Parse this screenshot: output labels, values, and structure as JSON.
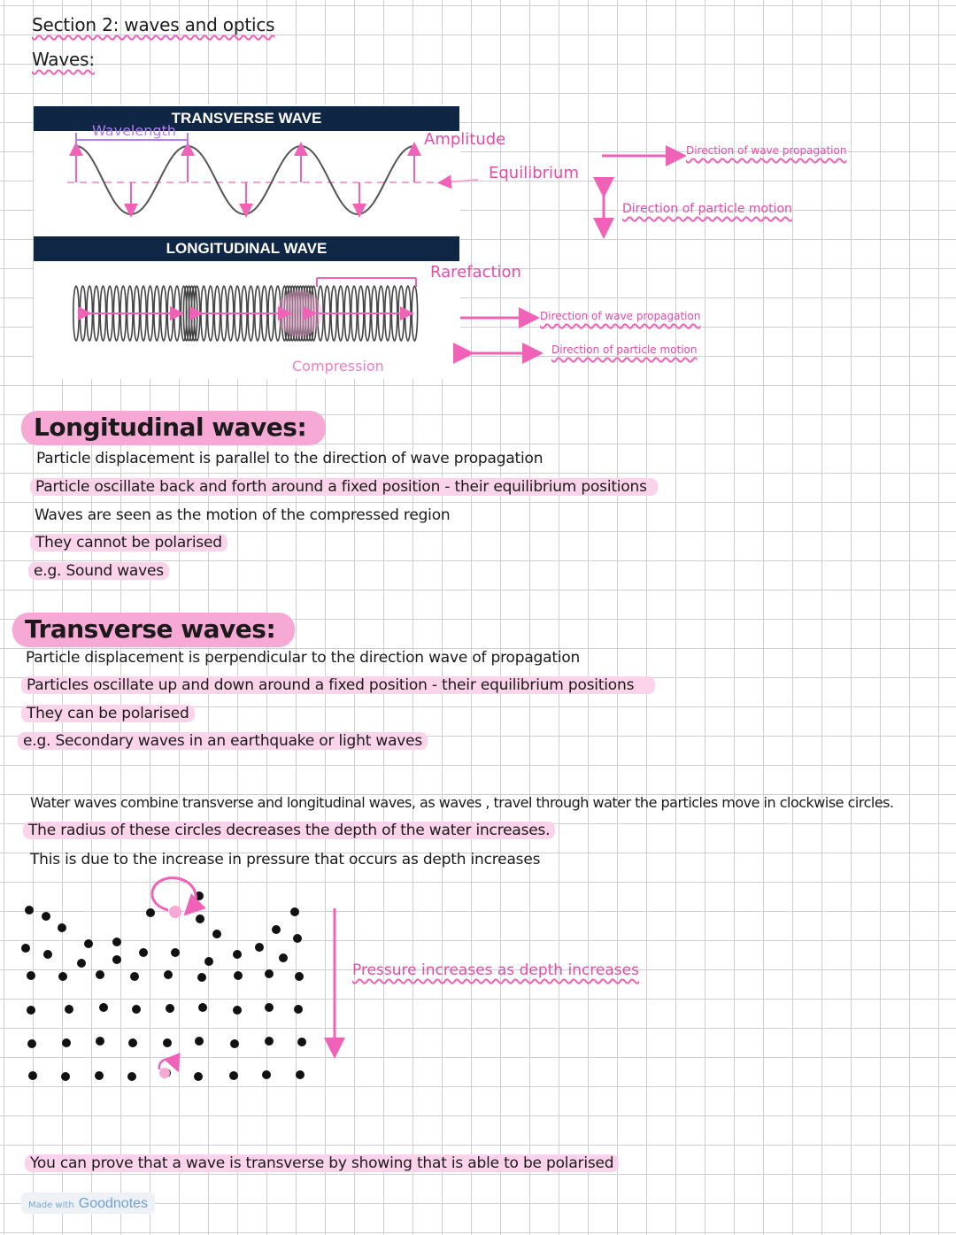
{
  "header": {
    "title": "Section 2: waves and optics",
    "subtitle": "Waves:"
  },
  "diagram": {
    "transverse_title": "TRANSVERSE WAVE",
    "longitudinal_title": "LONGITUDINAL WAVE",
    "wavelength": "Wavelength",
    "amplitude": "Amplitude",
    "equilibrium": "Equilibrium",
    "rarefaction": "Rarefaction",
    "compression": "Compression",
    "t_propagation": "Direction of wave propagation",
    "t_particle": "Direction of particle motion",
    "l_propagation": "Direction of wave propagation",
    "l_particle": "Direction of particle motion"
  },
  "longitudinal": {
    "heading": "Longitudinal waves:",
    "lines": [
      "Particle displacement is parallel to the direction of wave propagation",
      "Particle oscillate back and forth around a fixed position - their equilibrium positions",
      "Waves are seen as the motion of the compressed region",
      "They cannot be polarised",
      "e.g. Sound waves"
    ]
  },
  "transverse": {
    "heading": "Transverse waves:",
    "lines": [
      "Particle displacement is perpendicular to the direction wave of propagation",
      "Particles oscillate up and down around a fixed position - their equilibrium positions",
      "They can be polarised",
      "e.g. Secondary waves in an earthquake or light waves"
    ]
  },
  "water": {
    "lines": [
      "Water waves combine transverse and longitudinal waves, as waves , travel through water the particles move in clockwise circles.",
      "The radius of these circles decreases the depth of the water increases.",
      "This is due to the increase in pressure that occurs as depth increases"
    ],
    "pressure_label": "Pressure increases as depth increases"
  },
  "footer": {
    "note": "You can prove that a wave is transverse by showing that is able to be polarised",
    "made_with": "Made with",
    "brand": "Goodnotes"
  },
  "colors": {
    "accent_pink": "#f062b8",
    "highlight_pink": "#fbd3ea",
    "pill_pink": "#f7a9d6",
    "purple": "#b07ef0",
    "navy": "#0f2745"
  }
}
